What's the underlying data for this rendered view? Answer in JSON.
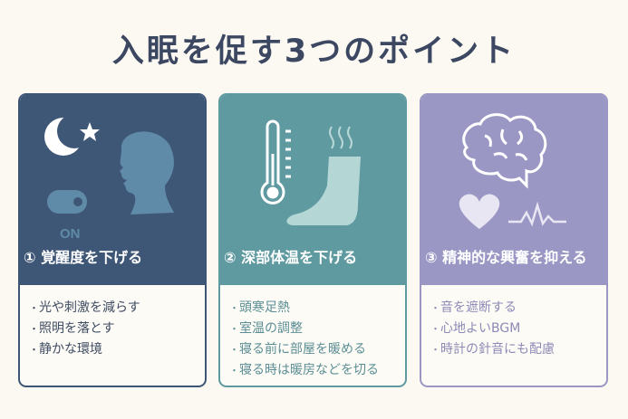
{
  "title": "入眠を促す3つのポイント",
  "colors": {
    "card1": "#3f5777",
    "card2": "#5f9aa0",
    "card3": "#9a97c4",
    "title": "#3c4862",
    "background": "#fcf9f2"
  },
  "cards": [
    {
      "heading": "① 覚醒度を下げる",
      "icons": [
        "moon-icon",
        "star-icon",
        "head-icon",
        "toggle-icon"
      ],
      "toggle_label": "ON",
      "items": [
        "光や刺激を減らす",
        "照明を落とす",
        "静かな環境"
      ]
    },
    {
      "heading": "② 深部体温を下げる",
      "icons": [
        "thermometer-icon",
        "foot-icon",
        "steam-icon"
      ],
      "items": [
        "頭寒足熱",
        "室温の調整",
        "寝る前に部屋を暖める",
        "寝る時は暖房などを切る"
      ]
    },
    {
      "heading": "③ 精神的な興奮を抑える",
      "icons": [
        "brain-icon",
        "heart-icon",
        "pulse-icon"
      ],
      "items": [
        "音を遮断する",
        "心地よいBGM",
        "時計の針音にも配慮"
      ]
    }
  ]
}
